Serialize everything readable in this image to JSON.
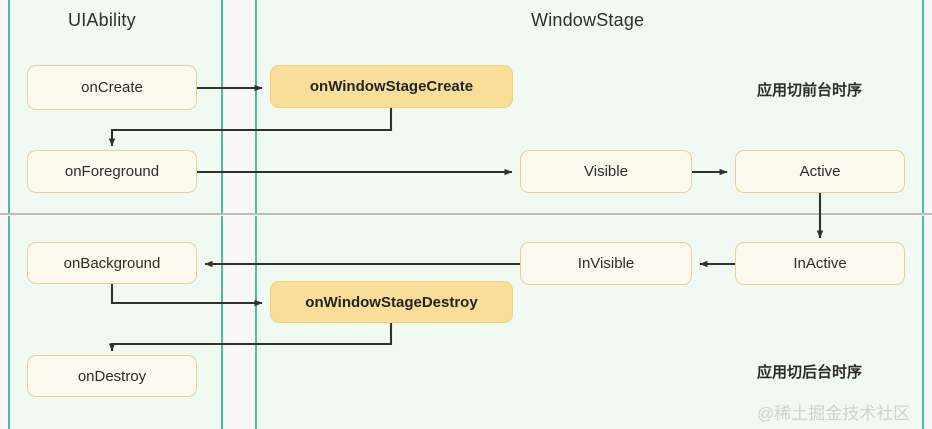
{
  "diagram": {
    "title_uiability": "UIAbility",
    "title_windowstage": "WindowStage",
    "annotation_foreground": "应用切前台时序",
    "annotation_background": "应用切后台时序",
    "watermark": "@稀土掘金技术社区",
    "colors": {
      "panel_background": "#F1FAF2",
      "panel_border": "#4DBCA0",
      "node_plain_fill": "#FDF9EE",
      "node_plain_border": "#E8CF96",
      "node_accent_fill": "#F9DE9A",
      "node_accent_border": "#F4D07A",
      "connector": "#2E3330",
      "divider": "#B9BFB9",
      "gutter": "#F7F7F7",
      "watermark": "#CDD4CE"
    },
    "nodes": {
      "on_create": "onCreate",
      "on_foreground": "onForeground",
      "on_background": "onBackground",
      "on_destroy": "onDestroy",
      "on_window_stage_create": "onWindowStageCreate",
      "on_window_stage_destroy": "onWindowStageDestroy",
      "visible": "Visible",
      "active": "Active",
      "invisible": "InVisible",
      "inactive": "InActive"
    },
    "edges": [
      {
        "from": "onCreate",
        "to": "onWindowStageCreate"
      },
      {
        "from": "onWindowStageCreate",
        "to": "onForeground"
      },
      {
        "from": "onForeground",
        "to": "Visible"
      },
      {
        "from": "Visible",
        "to": "Active"
      },
      {
        "from": "Active",
        "to": "InActive"
      },
      {
        "from": "InActive",
        "to": "InVisible"
      },
      {
        "from": "InVisible",
        "to": "onBackground"
      },
      {
        "from": "onBackground",
        "to": "onWindowStageDestroy"
      },
      {
        "from": "onWindowStageDestroy",
        "to": "onDestroy"
      }
    ]
  }
}
